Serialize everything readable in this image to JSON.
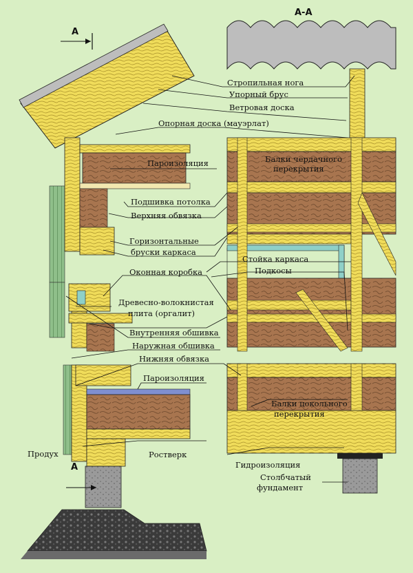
{
  "section_title": "А-А",
  "section_marker_top": "А",
  "section_marker_bottom": "А",
  "labels": {
    "rafter": "Стропильная нога",
    "stop_beam": "Упорный брус",
    "wind_board": "Ветровая доска",
    "mauerlat": "Опорная доска (мауэрлат)",
    "vapor_top": "Пароизоляция",
    "attic_beams_1": "Балки чердачного",
    "attic_beams_2": "перекрытия",
    "ceiling_lining": "Подшивка потолка",
    "top_plate": "Верхняя обвязка",
    "horiz_bars_1": "Горизонтальные",
    "horiz_bars_2": "бруски каркаса",
    "frame_post": "Стойка каркаса",
    "braces": "Подкосы",
    "window_box": "Оконная коробка",
    "fiberboard_1": "Древесно-волокнистая",
    "fiberboard_2": "плита (оргалит)",
    "inner_lining": "Внутренняя обшивка",
    "outer_lining": "Наружная обшивка",
    "bottom_plate": "Нижняя обвязка",
    "vapor_bottom": "Пароизоляция",
    "basement_beams_1": "Балки цокольного",
    "basement_beams_2": "перекрытия",
    "vent": "Продух",
    "grillage": "Ростверк",
    "waterproofing": "Гидроизоляция",
    "pile_foundation_1": "Столбчатый",
    "pile_foundation_2": "фундамент"
  },
  "colors": {
    "background": "#d9efc4",
    "wood_yellow": "#f0dc5a",
    "insulation_brown": "#a8754f",
    "sheathing_green": "#8fbf8a",
    "concrete_gray": "#9a9a9a",
    "roof_gray": "#b9b9b9"
  }
}
